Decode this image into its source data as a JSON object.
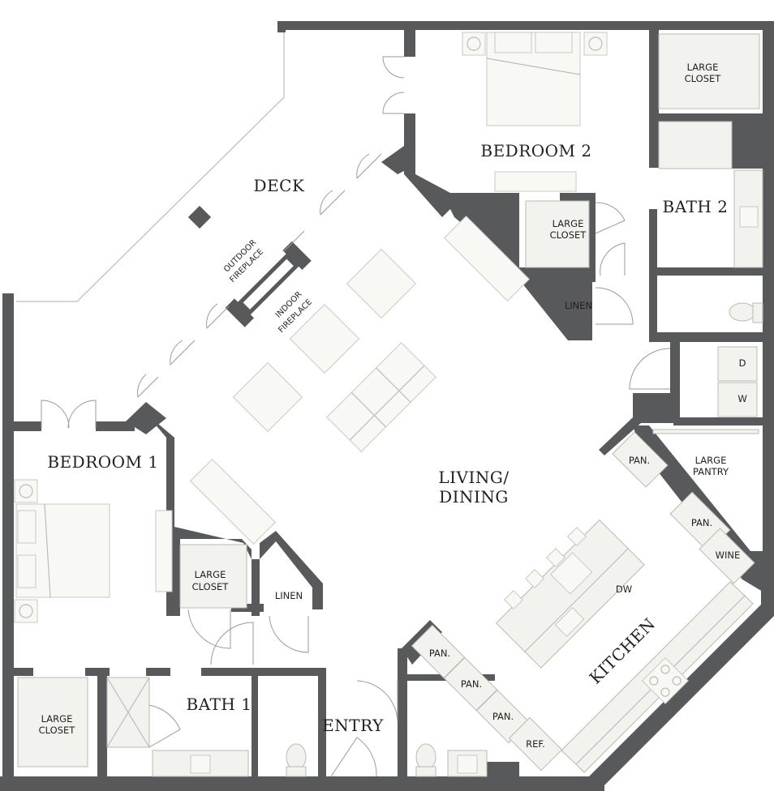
{
  "rooms": {
    "deck": "DECK",
    "bedroom2": "BEDROOM 2",
    "bath2": "BATH 2",
    "bedroom1": "BEDROOM 1",
    "bath1": "BATH 1",
    "living_dining_line1": "LIVING/",
    "living_dining_line2": "DINING",
    "kitchen": "KITCHEN",
    "entry": "ENTRY"
  },
  "fireplaces": {
    "outdoor_line1": "OUTDOOR",
    "outdoor_line2": "FIREPLACE",
    "indoor_line1": "INDOOR",
    "indoor_line2": "FIREPLACE"
  },
  "storage": {
    "bed2_large_closet_line1": "LARGE",
    "bed2_large_closet_line2": "CLOSET",
    "hall_large_closet_line1": "LARGE",
    "hall_large_closet_line2": "CLOSET",
    "linen_upper": "LINEN",
    "bed1_large_closet_line1": "LARGE",
    "bed1_large_closet_line2": "CLOSET",
    "linen_lower": "LINEN",
    "bath1_large_closet_line1": "LARGE",
    "bath1_large_closet_line2": "CLOSET",
    "large_pantry_line1": "LARGE",
    "large_pantry_line2": "PANTRY"
  },
  "appliances": {
    "dryer": "D",
    "washer": "W",
    "pan_top": "PAN.",
    "pan_mid": "PAN.",
    "wine": "WINE",
    "dishwasher": "DW",
    "pan_lower_1": "PAN.",
    "pan_lower_2": "PAN.",
    "pan_lower_3": "PAN.",
    "refrigerator": "REF."
  }
}
